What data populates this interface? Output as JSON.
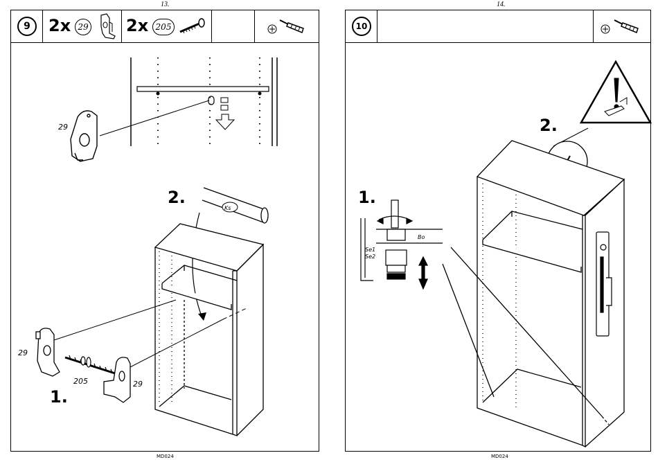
{
  "left_page": {
    "page_number": "13.",
    "footer_code": "MD024",
    "header": {
      "step": "9",
      "qty_1": "2x",
      "part_1": "29",
      "qty_2": "2x",
      "part_2": "205"
    },
    "labels": {
      "part_top": "29",
      "part_left": "29",
      "part_screw": "205",
      "part_right": "29",
      "step_1": "1.",
      "step_2": "2.",
      "rail_tag": "Ks"
    }
  },
  "right_page": {
    "page_number": "14.",
    "footer_code": "MD024",
    "header": {
      "step": "10"
    },
    "labels": {
      "step_1": "1.",
      "step_2": "2.",
      "se1": "Se1",
      "se2": "Se2",
      "bo": "Bo"
    }
  },
  "icons": [
    "screwdriver-icon",
    "phillips-screw-icon",
    "rail-hanger-part-icon",
    "wood-screw-icon",
    "warning-triangle-icon"
  ]
}
